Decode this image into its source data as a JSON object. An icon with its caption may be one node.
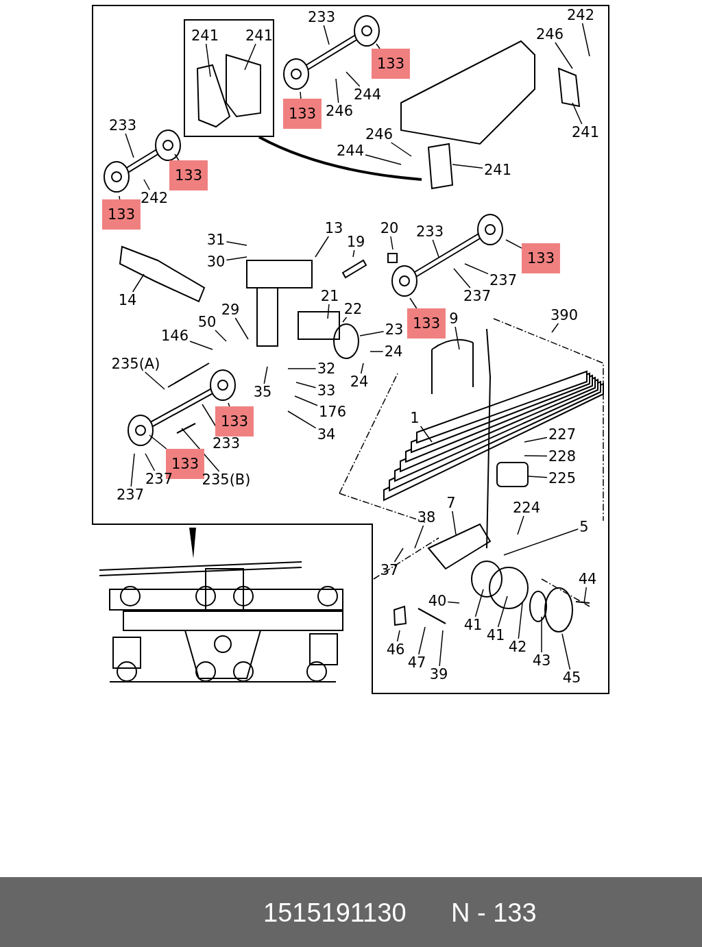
{
  "diagram": {
    "nodes": [
      {
        "text": [],
        "shape": "box"
      },
      {
        "text": [
          "241"
        ],
        "in": 0
      },
      {
        "text": [
          "241"
        ],
        "in": 0
      },
      {
        "text": [
          "233"
        ]
      },
      {
        "text": [
          "133"
        ]
      },
      {
        "text": [
          "133"
        ]
      },
      {
        "text": [
          "246"
        ]
      },
      {
        "text": [
          "244"
        ]
      },
      {
        "text": [
          "242"
        ]
      },
      {
        "text": [
          "246"
        ]
      },
      {
        "text": [
          "241"
        ]
      },
      {
        "text": [
          "246"
        ]
      },
      {
        "text": [
          "244"
        ]
      },
      {
        "text": [
          "241"
        ]
      },
      {
        "text": [
          "233"
        ]
      },
      {
        "text": [
          "133"
        ]
      },
      {
        "text": [
          "242"
        ]
      },
      {
        "text": [
          "133"
        ]
      },
      {
        "text": [
          "13"
        ]
      },
      {
        "text": [
          "19"
        ]
      },
      {
        "text": [
          "20"
        ]
      },
      {
        "text": [
          "31"
        ]
      },
      {
        "text": [
          "30"
        ]
      },
      {
        "text": [
          "233"
        ]
      },
      {
        "text": [
          "133"
        ]
      },
      {
        "text": [
          "237"
        ]
      },
      {
        "text": [
          "237"
        ]
      },
      {
        "text": [
          "14"
        ]
      },
      {
        "text": [
          "21"
        ]
      },
      {
        "text": [
          "22"
        ]
      },
      {
        "text": [
          "29"
        ]
      },
      {
        "text": [
          "50"
        ]
      },
      {
        "text": [
          "133"
        ]
      },
      {
        "text": [
          "9"
        ]
      },
      {
        "text": [
          "390"
        ]
      },
      {
        "text": [
          "146"
        ]
      },
      {
        "text": [
          "23"
        ]
      },
      {
        "text": [
          "235(A)"
        ]
      },
      {
        "text": [
          "24"
        ]
      },
      {
        "text": [
          "32"
        ]
      },
      {
        "text": [
          "24"
        ]
      },
      {
        "text": [
          "35"
        ]
      },
      {
        "text": [
          "33"
        ]
      },
      {
        "text": [
          "133"
        ]
      },
      {
        "text": [
          "176"
        ]
      },
      {
        "text": [
          "1"
        ]
      },
      {
        "text": [
          "34"
        ]
      },
      {
        "text": [
          "233"
        ]
      },
      {
        "text": [
          "227"
        ]
      },
      {
        "text": [
          "133"
        ]
      },
      {
        "text": [
          "228"
        ]
      },
      {
        "text": [
          "237"
        ]
      },
      {
        "text": [
          "235(B)"
        ]
      },
      {
        "text": [
          "225"
        ]
      },
      {
        "text": [
          "237"
        ]
      },
      {
        "text": [
          "7"
        ]
      },
      {
        "text": [
          "38"
        ]
      },
      {
        "text": [
          "224"
        ]
      },
      {
        "text": [
          "5"
        ]
      },
      {
        "text": [
          "37"
        ]
      },
      {
        "text": [
          "44"
        ]
      },
      {
        "text": [
          "40"
        ]
      },
      {
        "text": [
          "41"
        ]
      },
      {
        "text": [
          "41"
        ]
      },
      {
        "text": [
          "46"
        ]
      },
      {
        "text": [
          "42"
        ]
      },
      {
        "text": [
          "47"
        ]
      },
      {
        "text": [
          "43"
        ]
      },
      {
        "text": [
          "39"
        ]
      },
      {
        "text": [
          "45"
        ]
      }
    ],
    "edges": [
      {
        "from": 1,
        "to": null,
        "arrow": "none"
      },
      {
        "from": 2,
        "to": null,
        "arrow": "none"
      },
      {
        "from": 3,
        "to": null,
        "arrow": "none"
      },
      {
        "from": 4,
        "to": null,
        "arrow": "none"
      },
      {
        "from": 5,
        "to": null,
        "arrow": "none"
      },
      {
        "from": 6,
        "to": null,
        "arrow": "none"
      },
      {
        "from": 7,
        "to": null,
        "arrow": "none"
      },
      {
        "from": 8,
        "to": null,
        "arrow": "none"
      },
      {
        "from": 9,
        "to": null,
        "arrow": "none"
      },
      {
        "from": 10,
        "to": null,
        "arrow": "none"
      },
      {
        "from": 11,
        "to": null,
        "arrow": "none"
      },
      {
        "from": 12,
        "to": null,
        "arrow": "none"
      },
      {
        "from": 13,
        "to": null,
        "arrow": "none"
      },
      {
        "from": 14,
        "to": null,
        "arrow": "none"
      },
      {
        "from": 15,
        "to": null,
        "arrow": "none"
      },
      {
        "from": 16,
        "to": null,
        "arrow": "none"
      },
      {
        "from": 17,
        "to": null,
        "arrow": "none"
      },
      {
        "from": 18,
        "to": null,
        "arrow": "none"
      },
      {
        "from": 19,
        "to": null,
        "arrow": "none"
      },
      {
        "from": 20,
        "to": null,
        "arrow": "none"
      },
      {
        "from": 21,
        "to": null,
        "arrow": "none"
      },
      {
        "from": 22,
        "to": null,
        "arrow": "none"
      },
      {
        "from": 23,
        "to": null,
        "arrow": "none"
      },
      {
        "from": 24,
        "to": null,
        "arrow": "none"
      },
      {
        "from": 25,
        "to": null,
        "arrow": "none"
      },
      {
        "from": 26,
        "to": null,
        "arrow": "none"
      },
      {
        "from": 27,
        "to": null,
        "arrow": "none"
      },
      {
        "from": 28,
        "to": null,
        "arrow": "none"
      },
      {
        "from": 29,
        "to": null,
        "arrow": "none"
      },
      {
        "from": 30,
        "to": null,
        "arrow": "none"
      },
      {
        "from": 31,
        "to": null,
        "arrow": "none"
      },
      {
        "from": 32,
        "to": null,
        "arrow": "none"
      },
      {
        "from": 33,
        "to": null,
        "arrow": "none"
      },
      {
        "from": 34,
        "to": null,
        "arrow": "none"
      },
      {
        "from": 35,
        "to": null,
        "arrow": "none"
      },
      {
        "from": 36,
        "to": null,
        "arrow": "none"
      },
      {
        "from": 37,
        "to": null,
        "arrow": "none"
      },
      {
        "from": 38,
        "to": null,
        "arrow": "none"
      },
      {
        "from": 39,
        "to": null,
        "arrow": "none"
      },
      {
        "from": 40,
        "to": null,
        "arrow": "none"
      },
      {
        "from": 41,
        "to": null,
        "arrow": "none"
      },
      {
        "from": 42,
        "to": null,
        "arrow": "none"
      },
      {
        "from": 43,
        "to": null,
        "arrow": "none"
      },
      {
        "from": 44,
        "to": null,
        "arrow": "none"
      },
      {
        "from": 45,
        "to": null,
        "arrow": "none"
      },
      {
        "from": 46,
        "to": null,
        "arrow": "none"
      },
      {
        "from": 47,
        "to": null,
        "arrow": "none"
      },
      {
        "from": 48,
        "to": null,
        "arrow": "none"
      },
      {
        "from": 49,
        "to": null,
        "arrow": "none"
      },
      {
        "from": 50,
        "to": null,
        "arrow": "none"
      },
      {
        "from": 51,
        "to": null,
        "arrow": "none"
      },
      {
        "from": 52,
        "to": null,
        "arrow": "none"
      },
      {
        "from": 53,
        "to": null,
        "arrow": "none"
      },
      {
        "from": 54,
        "to": null,
        "arrow": "none"
      },
      {
        "from": 55,
        "to": null,
        "arrow": "none"
      },
      {
        "from": 56,
        "to": null,
        "arrow": "none"
      },
      {
        "from": 57,
        "to": null,
        "arrow": "none"
      },
      {
        "from": 58,
        "to": null,
        "arrow": "none"
      },
      {
        "from": 59,
        "to": null,
        "arrow": "none"
      },
      {
        "from": 60,
        "to": null,
        "arrow": "none"
      },
      {
        "from": 61,
        "to": null,
        "arrow": "none"
      },
      {
        "from": 62,
        "to": null,
        "arrow": "none"
      },
      {
        "from": 63,
        "to": null,
        "arrow": "none"
      },
      {
        "from": 64,
        "to": null,
        "arrow": "none"
      },
      {
        "from": 65,
        "to": null,
        "arrow": "none"
      },
      {
        "from": 66,
        "to": null,
        "arrow": "none"
      },
      {
        "from": 67,
        "to": null,
        "arrow": "none"
      },
      {
        "from": 68,
        "to": null,
        "arrow": "none"
      },
      {
        "from": 69,
        "to": null,
        "arrow": "none"
      },
      {
        "from": 0,
        "to": null,
        "arrow": "none",
        "style": "thick"
      }
    ],
    "labels": [
      "1515191130",
      "N - 133"
    ]
  }
}
